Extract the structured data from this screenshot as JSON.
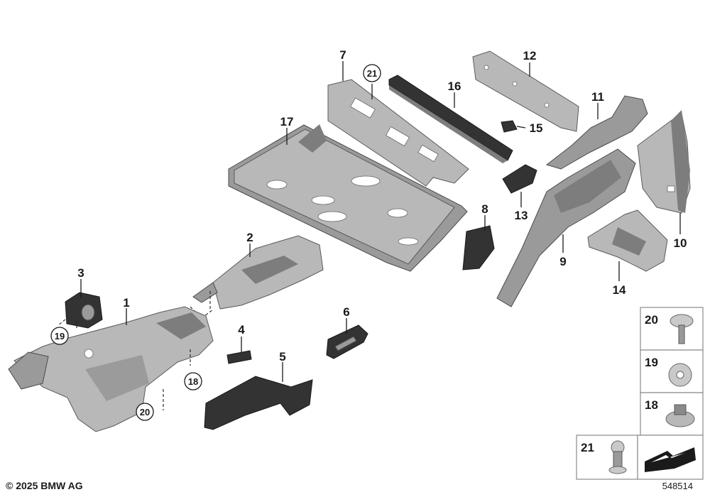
{
  "diagram": {
    "callouts": [
      "1",
      "2",
      "3",
      "4",
      "5",
      "6",
      "7",
      "8",
      "9",
      "10",
      "11",
      "12",
      "13",
      "14",
      "15",
      "16",
      "17",
      "18",
      "19",
      "20",
      "21"
    ],
    "legend": [
      "20",
      "19",
      "18",
      "21"
    ]
  },
  "footer": {
    "copyright": "© 2025 BMW AG",
    "diagram_id": "548514"
  }
}
